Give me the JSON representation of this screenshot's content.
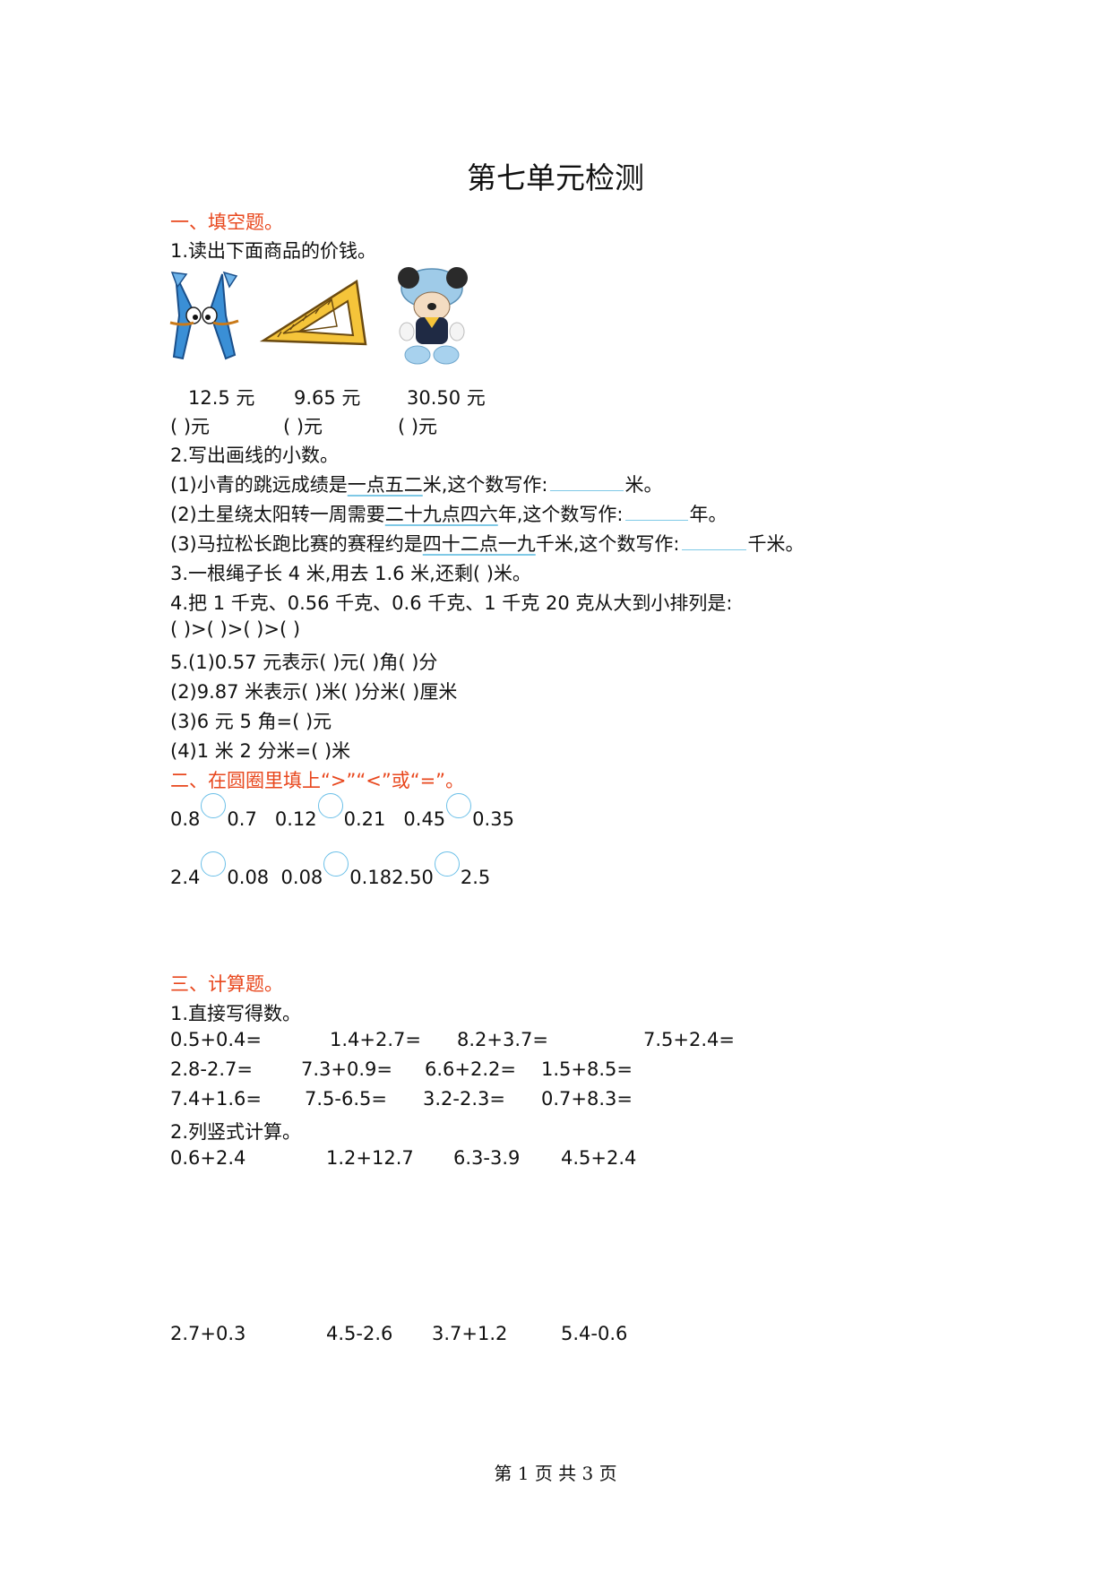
{
  "title": "第七单元检测",
  "sections": {
    "s1": "一、填空题。",
    "s2": "二、在圆圈里填上“>”“<”或“=”。",
    "s3": "三、计算题。"
  },
  "q1": {
    "label": "1.读出下面商品的价钱。",
    "prices": [
      "12.5 元",
      "9.65 元",
      "30.50 元"
    ],
    "answers": [
      "(          )元",
      "(          )元",
      "(          )元"
    ]
  },
  "q2": {
    "label": "2.写出画线的小数。",
    "l1_a": "(1)小青的跳远成绩是",
    "l1_u": "一点五二",
    "l1_b": "米,这个数写作:",
    "l1_c": "米。",
    "l2_a": "(2)土星绕太阳转一周需要",
    "l2_u": "二十九点四六",
    "l2_b": "年,这个数写作:",
    "l2_c": "年。",
    "l3_a": "(3)马拉松长跑比赛的赛程约是",
    "l3_u": "四十二点一九",
    "l3_b": "千米,这个数写作:",
    "l3_c": "千米。"
  },
  "q3": "3.一根绳子长 4 米,用去 1.6 米,还剩(        )米。",
  "q4": {
    "line1": "4.把 1 千克、0.56 千克、0.6 千克、1 千克 20 克从大到小排列是:",
    "line2": "(           )>(           )>(           )>(           )"
  },
  "q5": {
    "l1": "5.(1)0.57 元表示(       )元(       )角(       )分",
    "l2": "(2)9.87 米表示(       )米(       )分米(       )厘米",
    "l3": "(3)6 元 5 角=(       )元",
    "l4": "(4)1 米 2 分米=(       )米"
  },
  "compare": {
    "row1": [
      [
        "0.8",
        "0.7"
      ],
      [
        "0.12",
        "0.21"
      ],
      [
        "0.45",
        "0.35"
      ]
    ],
    "row2": [
      [
        "2.4",
        "0.08"
      ],
      [
        "0.08",
        "0.18"
      ],
      [
        "2.50",
        "2.5"
      ]
    ]
  },
  "calc": {
    "label1": "1.直接写得数。",
    "rows": [
      [
        "0.5+0.4=",
        "1.4+2.7=",
        "8.2+3.7=",
        "7.5+2.4="
      ],
      [
        "2.8-2.7=",
        "7.3+0.9=",
        "6.6+2.2=",
        "1.5+8.5="
      ],
      [
        "7.4+1.6=",
        "7.5-6.5=",
        "3.2-2.3=",
        "0.7+8.3="
      ]
    ],
    "label2": "2.列竖式计算。",
    "vertical1": [
      "0.6+2.4",
      "1.2+12.7",
      "6.3-3.9",
      "4.5+2.4"
    ],
    "vertical2": [
      "2.7+0.3",
      "4.5-2.6",
      "3.7+1.2",
      "5.4-0.6"
    ]
  },
  "icons": [
    "pliers-cartoon-icon",
    "set-square-icon",
    "plush-toy-icon"
  ],
  "colors": {
    "section": "#e8471d",
    "blank_line": "#7fc9e6",
    "circle": "#6cc0e8"
  },
  "footer": "第 1 页 共 3 页"
}
